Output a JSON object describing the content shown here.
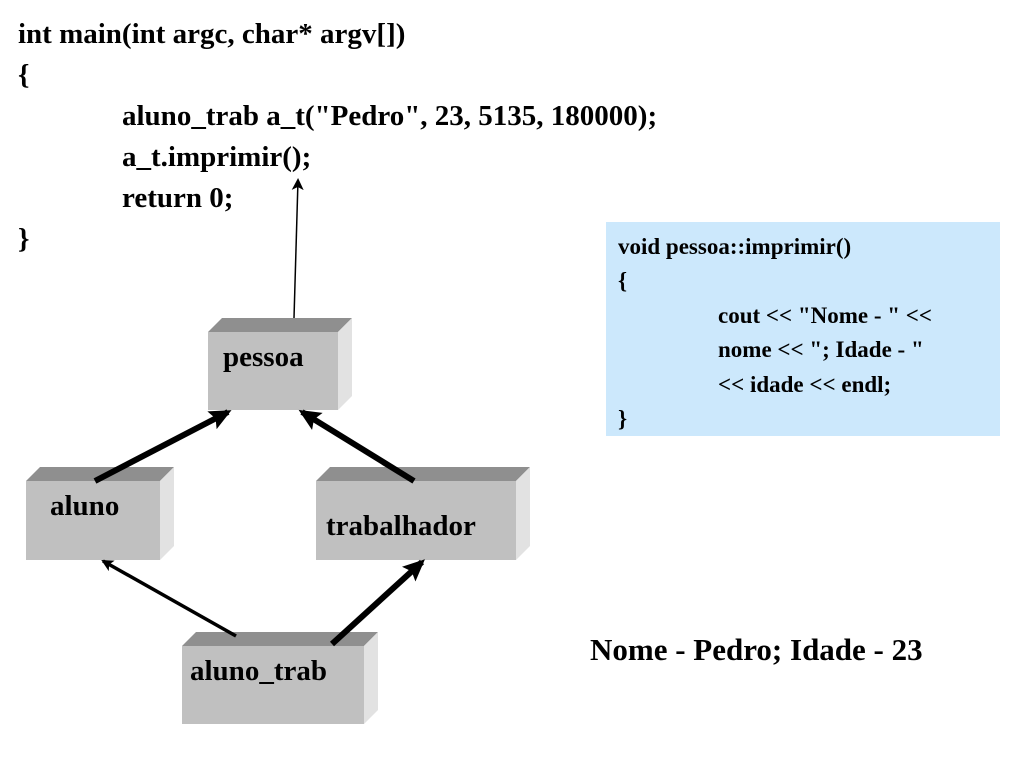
{
  "main_code": {
    "lines": [
      "int main(int argc, char* argv[])",
      "{",
      "aluno_trab a_t(\"Pedro\", 23, 5135, 180000);",
      "a_t.imprimir();",
      "return 0;",
      "}"
    ]
  },
  "method_code": {
    "lines": [
      "void pessoa::imprimir()",
      "{",
      "cout << \"Nome - \" <<",
      "nome << \"; Idade - \"",
      "<< idade << endl;",
      "}"
    ]
  },
  "classes": {
    "pessoa": "pessoa",
    "aluno": "aluno",
    "trabalhador": "trabalhador",
    "aluno_trab": "aluno_trab"
  },
  "output": "Nome - Pedro; Idade - 23",
  "colors": {
    "box_front": "#c0c0c0",
    "box_top": "#8f8f8f",
    "box_side": "#e2e2e2",
    "code_box_bg": "#cce8fc"
  }
}
